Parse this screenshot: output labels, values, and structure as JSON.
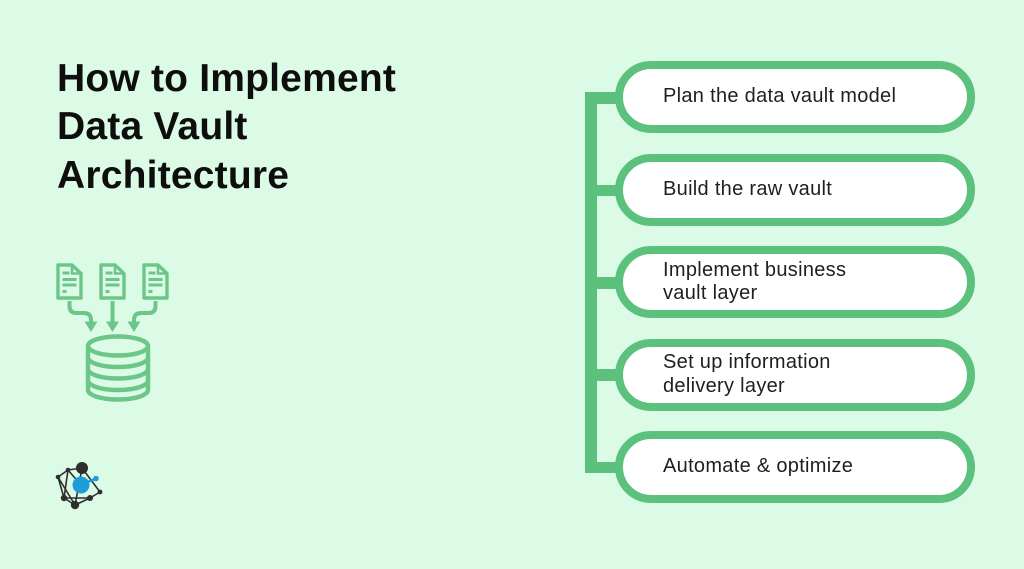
{
  "title": "How to Implement\nData Vault\nArchitecture",
  "steps": [
    {
      "label": "Plan the data vault model"
    },
    {
      "label": "Build the raw vault"
    },
    {
      "label": "Implement business\nvault layer"
    },
    {
      "label": "Set up information\ndelivery layer"
    },
    {
      "label": "Automate & optimize"
    }
  ],
  "icons": {
    "illustration": "documents-into-database-icon",
    "logo": "network-graph-logo"
  },
  "colors": {
    "background": "#dcfbe7",
    "accent_green": "#5bc17c",
    "icon_green": "#6cc688",
    "pill_fill": "#ffffff",
    "title_text": "#0e0e0e",
    "step_text": "#1f1f1f",
    "logo_dark": "#2e2e2e",
    "logo_blue": "#1e9cd7"
  }
}
